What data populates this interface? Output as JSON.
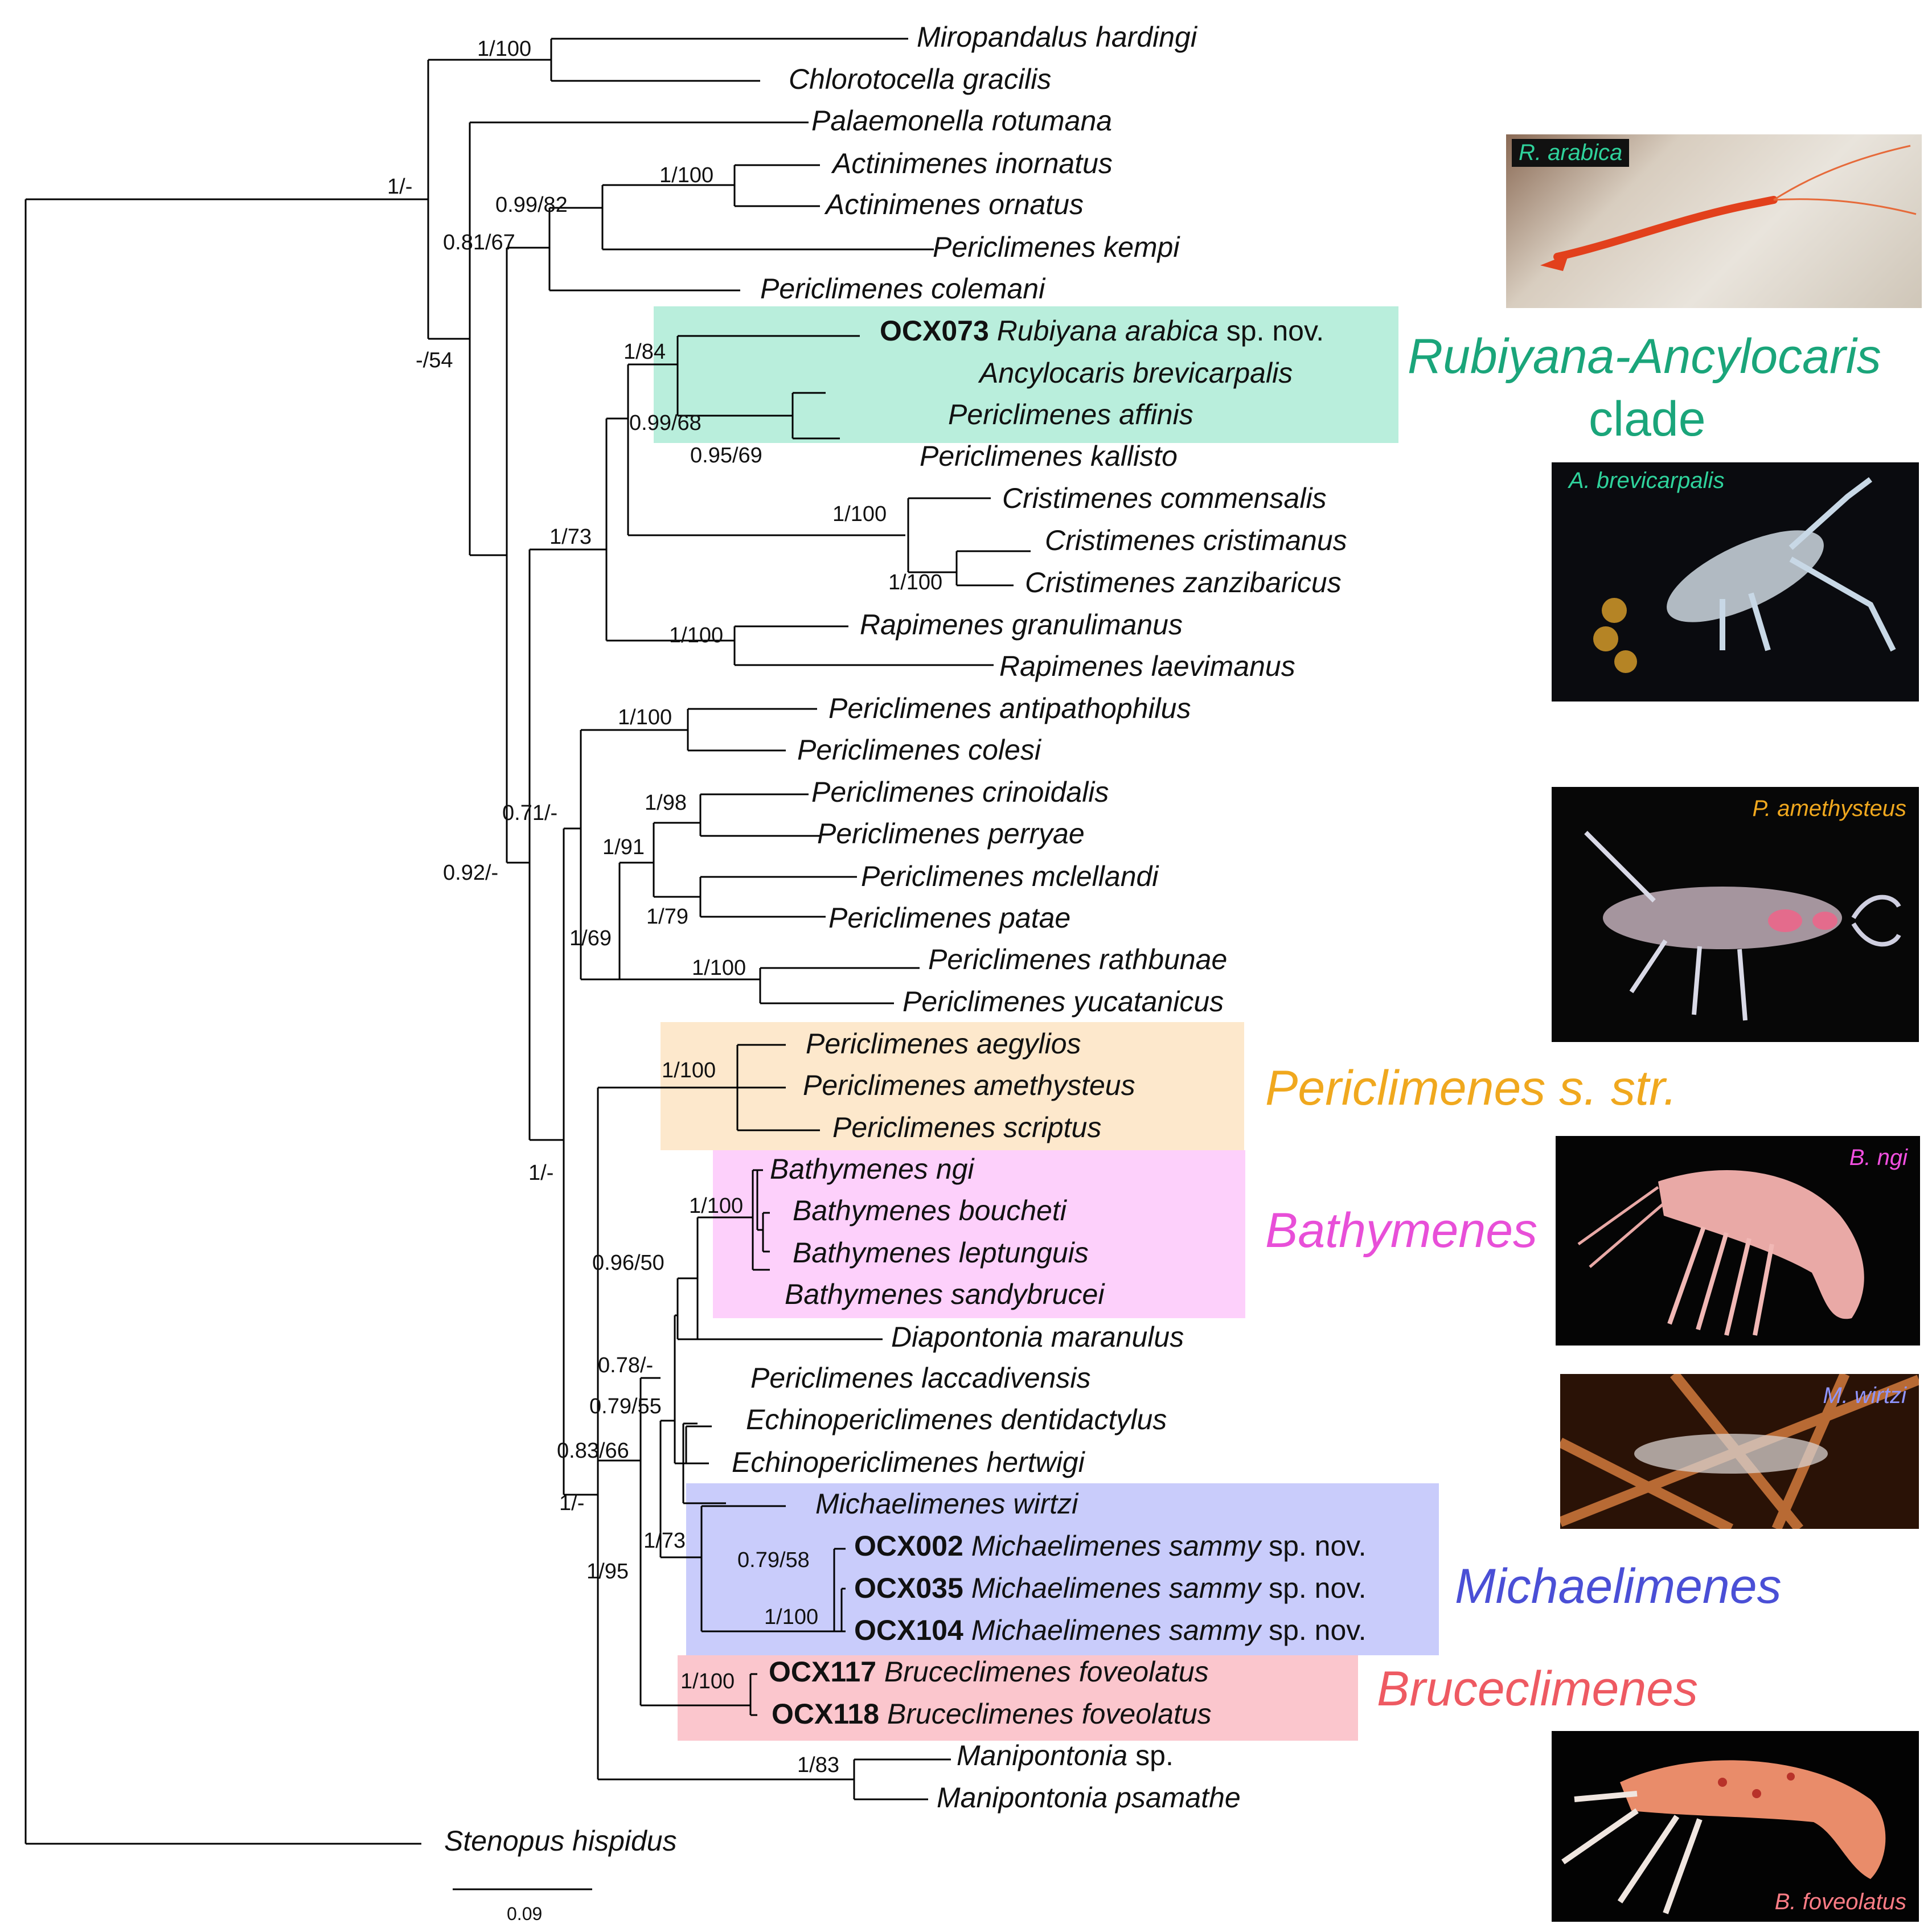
{
  "colors": {
    "rubiyana": "#1aa57a",
    "rubiyana_box": "#b9eedc",
    "periclimenes": "#f0a81e",
    "periclimenes_box": "#fde8cc",
    "bathymenes": "#e84fd8",
    "bathymenes_box": "#fdd0fb",
    "michaelimenes": "#4a4fd6",
    "michaelimenes_box": "#c9ccfb",
    "bruceclimenes": "#ee5a62",
    "bruceclimenes_box": "#fbc6cd"
  },
  "clades": {
    "rubiyana_line1": "Rubiyana-Ancylocaris",
    "rubiyana_line2": "clade",
    "periclimenes": "Periclimenes s. str.",
    "bathymenes": "Bathymenes",
    "michaelimenes": "Michaelimenes",
    "bruceclimenes": "Bruceclimenes"
  },
  "taxa": [
    {
      "id": "t1",
      "code": "",
      "name": "Miropandalus hardingi",
      "suffix": ""
    },
    {
      "id": "t2",
      "code": "",
      "name": "Chlorotocella gracilis",
      "suffix": ""
    },
    {
      "id": "t3",
      "code": "",
      "name": "Palaemonella rotumana",
      "suffix": ""
    },
    {
      "id": "t4",
      "code": "",
      "name": "Actinimenes inornatus",
      "suffix": ""
    },
    {
      "id": "t5",
      "code": "",
      "name": "Actinimenes ornatus",
      "suffix": ""
    },
    {
      "id": "t6",
      "code": "",
      "name": "Periclimenes kempi",
      "suffix": ""
    },
    {
      "id": "t7",
      "code": "",
      "name": "Periclimenes colemani",
      "suffix": ""
    },
    {
      "id": "t8",
      "code": "OCX073",
      "name": "Rubiyana arabica",
      "suffix": "sp. nov."
    },
    {
      "id": "t9",
      "code": "",
      "name": "Ancylocaris brevicarpalis",
      "suffix": ""
    },
    {
      "id": "t10",
      "code": "",
      "name": "Periclimenes affinis",
      "suffix": ""
    },
    {
      "id": "t11",
      "code": "",
      "name": "Periclimenes kallisto",
      "suffix": ""
    },
    {
      "id": "t12",
      "code": "",
      "name": "Cristimenes commensalis",
      "suffix": ""
    },
    {
      "id": "t13",
      "code": "",
      "name": "Cristimenes cristimanus",
      "suffix": ""
    },
    {
      "id": "t14",
      "code": "",
      "name": "Cristimenes zanzibaricus",
      "suffix": ""
    },
    {
      "id": "t15",
      "code": "",
      "name": "Rapimenes granulimanus",
      "suffix": ""
    },
    {
      "id": "t16",
      "code": "",
      "name": "Rapimenes laevimanus",
      "suffix": ""
    },
    {
      "id": "t17",
      "code": "",
      "name": "Periclimenes antipathophilus",
      "suffix": ""
    },
    {
      "id": "t18",
      "code": "",
      "name": "Periclimenes colesi",
      "suffix": ""
    },
    {
      "id": "t19",
      "code": "",
      "name": "Periclimenes crinoidalis",
      "suffix": ""
    },
    {
      "id": "t20",
      "code": "",
      "name": "Periclimenes perryae",
      "suffix": ""
    },
    {
      "id": "t21",
      "code": "",
      "name": "Periclimenes mclellandi",
      "suffix": ""
    },
    {
      "id": "t22",
      "code": "",
      "name": "Periclimenes patae",
      "suffix": ""
    },
    {
      "id": "t23",
      "code": "",
      "name": "Periclimenes rathbunae",
      "suffix": ""
    },
    {
      "id": "t24",
      "code": "",
      "name": "Periclimenes yucatanicus",
      "suffix": ""
    },
    {
      "id": "t25",
      "code": "",
      "name": "Periclimenes aegylios",
      "suffix": ""
    },
    {
      "id": "t26",
      "code": "",
      "name": "Periclimenes amethysteus",
      "suffix": ""
    },
    {
      "id": "t27",
      "code": "",
      "name": "Periclimenes scriptus",
      "suffix": ""
    },
    {
      "id": "t28",
      "code": "",
      "name": "Bathymenes ngi",
      "suffix": ""
    },
    {
      "id": "t29",
      "code": "",
      "name": "Bathymenes boucheti",
      "suffix": ""
    },
    {
      "id": "t30",
      "code": "",
      "name": "Bathymenes leptunguis",
      "suffix": ""
    },
    {
      "id": "t31",
      "code": "",
      "name": "Bathymenes sandybrucei",
      "suffix": ""
    },
    {
      "id": "t32",
      "code": "",
      "name": "Diapontonia maranulus",
      "suffix": ""
    },
    {
      "id": "t33",
      "code": "",
      "name": "Periclimenes laccadivensis",
      "suffix": ""
    },
    {
      "id": "t34",
      "code": "",
      "name": "Echinopericlimenes dentidactylus",
      "suffix": ""
    },
    {
      "id": "t35",
      "code": "",
      "name": "Echinopericlimenes hertwigi",
      "suffix": ""
    },
    {
      "id": "t36",
      "code": "",
      "name": "Michaelimenes wirtzi",
      "suffix": ""
    },
    {
      "id": "t37",
      "code": "OCX002",
      "name": "Michaelimenes sammy",
      "suffix": "sp. nov."
    },
    {
      "id": "t38",
      "code": "OCX035",
      "name": "Michaelimenes sammy",
      "suffix": "sp. nov."
    },
    {
      "id": "t39",
      "code": "OCX104",
      "name": "Michaelimenes sammy",
      "suffix": "sp. nov."
    },
    {
      "id": "t40",
      "code": "OCX117",
      "name": "Bruceclimenes foveolatus",
      "suffix": ""
    },
    {
      "id": "t41",
      "code": "OCX118",
      "name": "Bruceclimenes foveolatus",
      "suffix": ""
    },
    {
      "id": "t42",
      "code": "",
      "name": "Manipontonia",
      "suffix": "sp."
    },
    {
      "id": "t43",
      "code": "",
      "name": "Manipontonia psamathe",
      "suffix": ""
    },
    {
      "id": "t44",
      "code": "",
      "name": "Stenopus hispidus",
      "suffix": ""
    }
  ],
  "supports": [
    "1/100",
    "1/-",
    "-/54",
    "0.81/67",
    "0.99/82",
    "1/100",
    "1/84",
    "0.99/68",
    "0.95/69",
    "1/73",
    "1/100",
    "1/100",
    "1/100",
    "0.71/-",
    "0.92/-",
    "1/100",
    "1/98",
    "1/91",
    "1/79",
    "1/69",
    "1/100",
    "1/100",
    "1/-",
    "1/100",
    "0.96/50",
    "0.78/-",
    "0.79/55",
    "0.83/66",
    "1/-",
    "1/73",
    "0.79/58",
    "1/100",
    "1/95",
    "1/100",
    "1/83"
  ],
  "scale": {
    "label": "0.09"
  },
  "photos": [
    {
      "id": "p1",
      "label": "R. arabica",
      "label_color": "#2fd39c",
      "icon": "shrimp-photo-icon"
    },
    {
      "id": "p2",
      "label": "A. brevicarpalis",
      "label_color": "#2fd39c",
      "icon": "shrimp-photo-icon"
    },
    {
      "id": "p3",
      "label": "P. amethysteus",
      "label_color": "#f0a81e",
      "icon": "shrimp-photo-icon"
    },
    {
      "id": "p4",
      "label": "B. ngi",
      "label_color": "#f24fe0",
      "icon": "shrimp-photo-icon"
    },
    {
      "id": "p5",
      "label": "M. wirtzi",
      "label_color": "#8f95ff",
      "icon": "shrimp-photo-icon"
    },
    {
      "id": "p6",
      "label": "B. foveolatus",
      "label_color": "#ff7d86",
      "icon": "shrimp-photo-icon"
    }
  ]
}
